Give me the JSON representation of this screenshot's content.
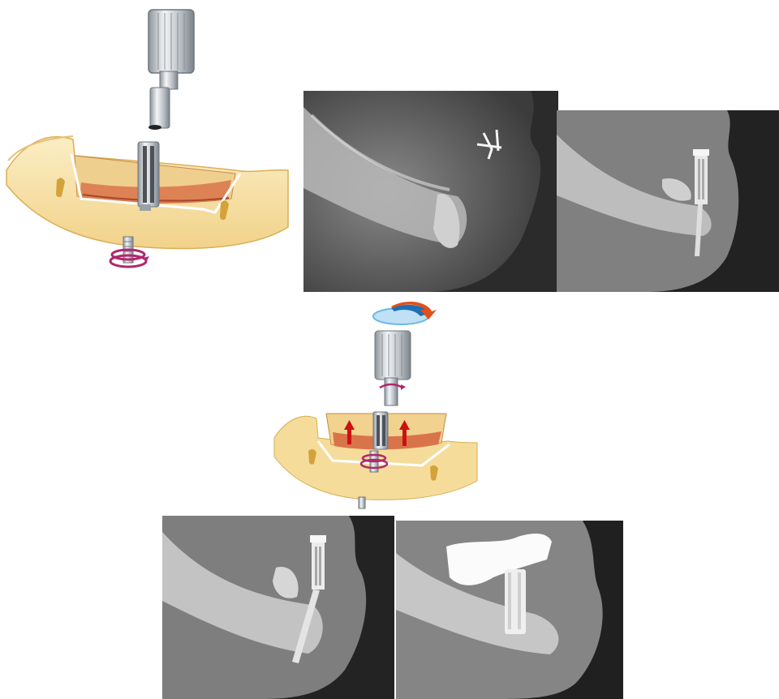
{
  "figure": {
    "illustrations": [
      {
        "name": "illustration-1",
        "subject": "distraction-osteogenesis-device-placement"
      },
      {
        "name": "illustration-2",
        "subject": "distractor-activation-with-rotation"
      }
    ],
    "radiographs": [
      {
        "name": "radiograph-1",
        "subject": "lateral-mandible-preoperative"
      },
      {
        "name": "radiograph-2",
        "subject": "lateral-mandible-distractor-placed"
      },
      {
        "name": "radiograph-3",
        "subject": "lateral-mandible-after-distraction"
      },
      {
        "name": "radiograph-4",
        "subject": "lateral-mandible-final-restoration"
      }
    ]
  },
  "colors": {
    "bone": "#f6dfa0",
    "bone_edge": "#e2b65c",
    "segment": "#d9744a",
    "metal": "#c9ced3",
    "arrow_red": "#cc1111",
    "rotation_magenta": "#b0286e",
    "rotation_blue": "#6ab7e6",
    "rotation_orange": "#e0501a",
    "xray_dark": "#2a2a2a",
    "xray_light": "#d8d8d8"
  },
  "icons": [
    "driver-tool-icon",
    "rotation-arrow-icon",
    "upward-arrow-icon"
  ]
}
